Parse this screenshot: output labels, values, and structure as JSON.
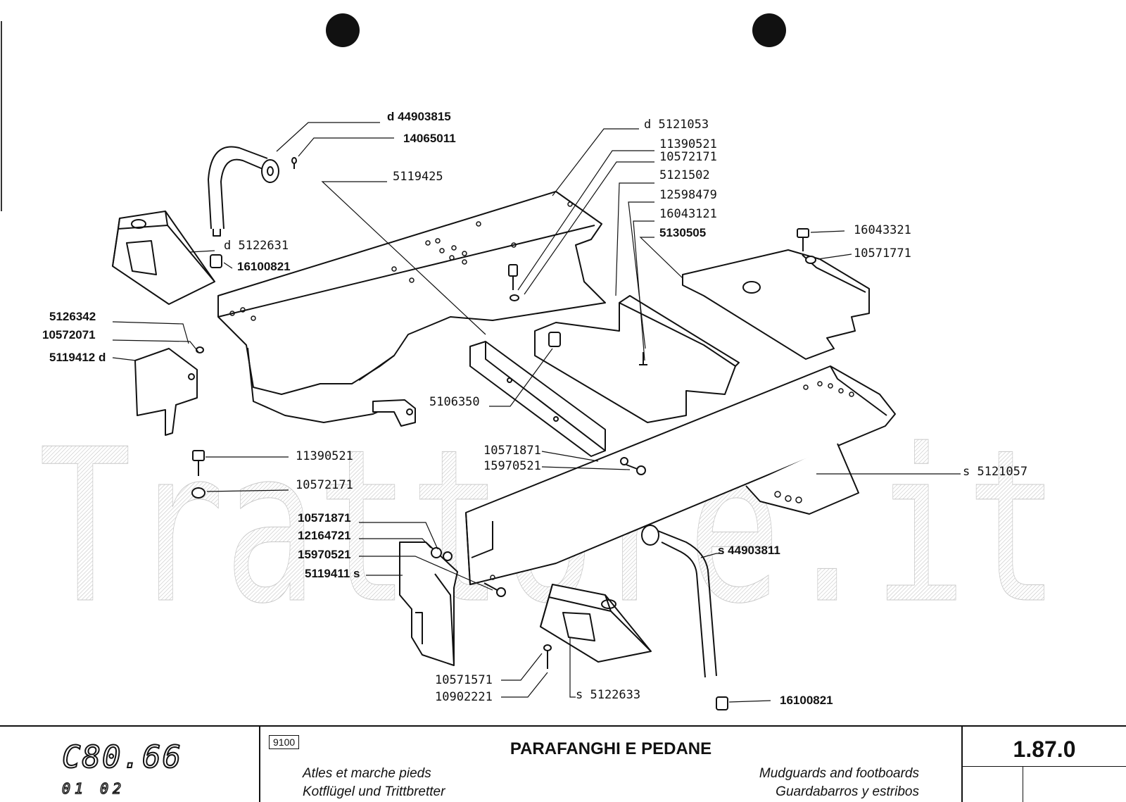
{
  "callouts": [
    {
      "id": "c1",
      "text": "d 44903815"
    },
    {
      "id": "c2",
      "text": "14065011"
    },
    {
      "id": "c3",
      "text": "5119425"
    },
    {
      "id": "c4",
      "text": "d 5121053"
    },
    {
      "id": "c5",
      "text": "11390521"
    },
    {
      "id": "c6",
      "text": "10572171"
    },
    {
      "id": "c7",
      "text": "5121502"
    },
    {
      "id": "c8",
      "text": "12598479"
    },
    {
      "id": "c9",
      "text": "16043121"
    },
    {
      "id": "c10",
      "text": "5130505"
    },
    {
      "id": "c11",
      "text": "16043321"
    },
    {
      "id": "c12",
      "text": "10571771"
    },
    {
      "id": "c13",
      "text": "d 5122631"
    },
    {
      "id": "c14",
      "text": "16100821"
    },
    {
      "id": "c15",
      "text": "5126342"
    },
    {
      "id": "c16",
      "text": "10572071"
    },
    {
      "id": "c17",
      "text": "5119412 d"
    },
    {
      "id": "c18",
      "text": "5106350"
    },
    {
      "id": "c19",
      "text": "11390521"
    },
    {
      "id": "c20",
      "text": "10572171"
    },
    {
      "id": "c21",
      "text": "10571871"
    },
    {
      "id": "c22",
      "text": "15970521"
    },
    {
      "id": "c23",
      "text": "s 5121057"
    },
    {
      "id": "c24",
      "text": "10571871"
    },
    {
      "id": "c25",
      "text": "12164721"
    },
    {
      "id": "c26",
      "text": "15970521"
    },
    {
      "id": "c27",
      "text": "5119411 s"
    },
    {
      "id": "c28",
      "text": "s 44903811"
    },
    {
      "id": "c29",
      "text": "10571571"
    },
    {
      "id": "c30",
      "text": "10902221"
    },
    {
      "id": "c31",
      "text": "s 5122633"
    },
    {
      "id": "c32",
      "text": "16100821"
    }
  ],
  "watermark": "Trattore.it",
  "title_block": {
    "model": "C80.66",
    "model_sub": "01 02",
    "code": "9100",
    "title_it": "PARAFANGHI E PEDANE",
    "title_fr": "Atles et marche pieds",
    "title_de": "Kotflügel und Trittbretter",
    "title_en": "Mudguards and footboards",
    "title_es": "Guardabarros y estribos",
    "page_number": "1.87.0"
  }
}
